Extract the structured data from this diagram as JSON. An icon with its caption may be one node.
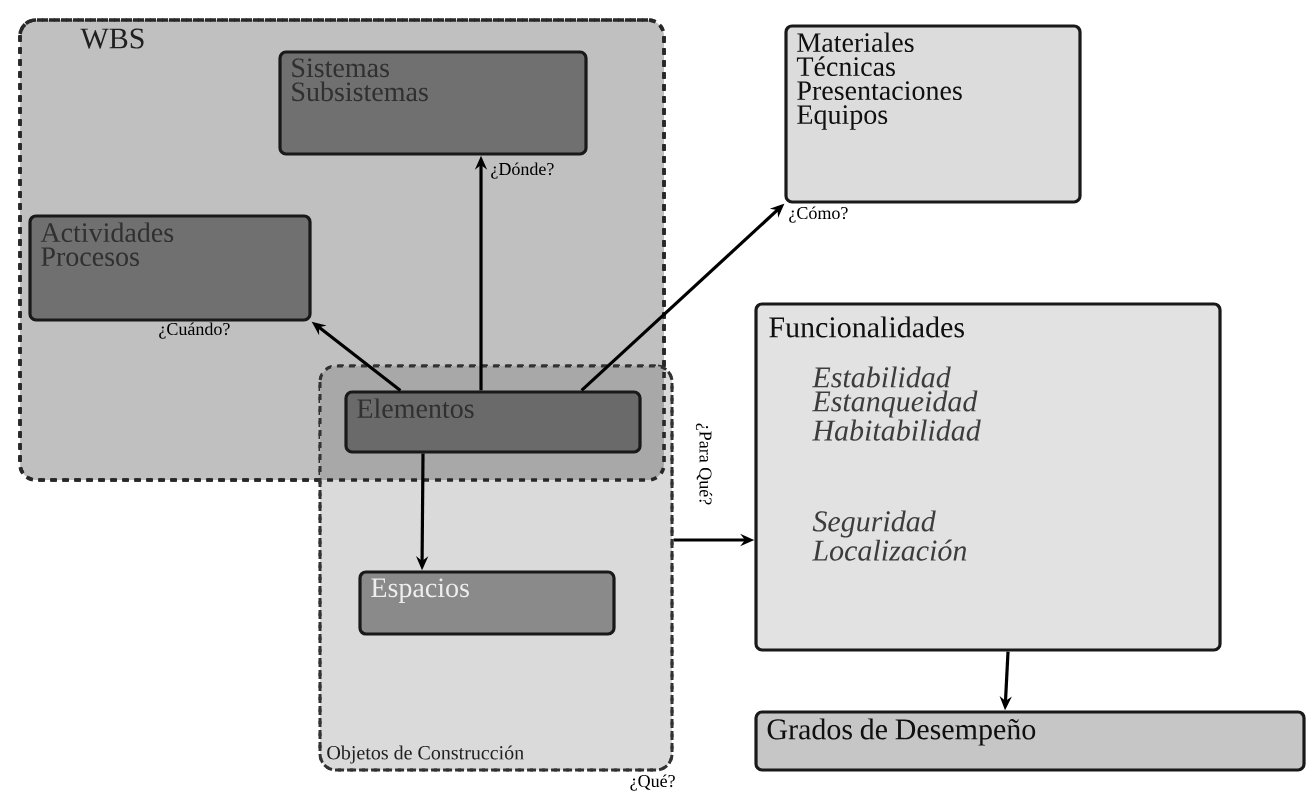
{
  "diagram": {
    "nodes": [
      {
        "text": [
          "WBS"
        ]
      },
      {
        "text": [
          "Objetos de Construcción"
        ],
        "beside": [
          "¿Qué?"
        ]
      },
      {
        "text": [
          "Sistemas Subsistemas"
        ],
        "in": 0
      },
      {
        "text": [
          "Actividades Procesos"
        ],
        "in": 0
      },
      {
        "text": [
          "Elementos"
        ]
      },
      {
        "text": [
          "Espacios"
        ],
        "in": 1
      },
      {
        "text": [
          "Materiales Técnicas Presentaciones Equipos"
        ]
      },
      {
        "text": [
          "Funcionalidades",
          "Estabilidad Estanqueidad Habitabilidad",
          "Seguridad Localización"
        ]
      },
      {
        "text": [
          "Grados de Desempeño"
        ]
      }
    ],
    "edges": [
      {
        "from": 4,
        "to": 2,
        "arrow": "to",
        "label": "¿Dónde?"
      },
      {
        "from": 4,
        "to": 3,
        "arrow": "to",
        "label": "¿Cuándo?"
      },
      {
        "from": 4,
        "to": 6,
        "arrow": "to",
        "label": "¿Cómo?"
      },
      {
        "from": 4,
        "to": 5,
        "arrow": "to"
      },
      {
        "from": 1,
        "to": 7,
        "arrow": "to",
        "label": "¿Para Qué?"
      },
      {
        "from": 7,
        "to": 8,
        "arrow": "to"
      }
    ]
  }
}
